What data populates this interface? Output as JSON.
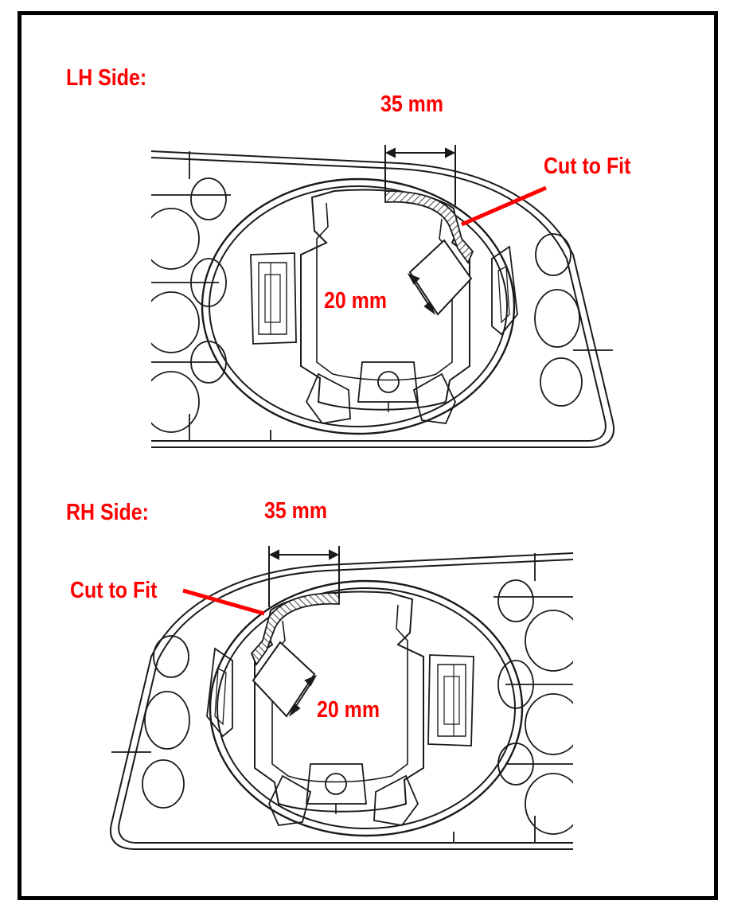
{
  "colors": {
    "label": "#ff0000",
    "line": "#1a1a1a",
    "frame": "#000000",
    "hatch": "#555555"
  },
  "panels": [
    {
      "id": "lh",
      "side_label": "LH Side:",
      "width_dimension": "35 mm",
      "depth_dimension": "20 mm",
      "callout": "Cut to Fit"
    },
    {
      "id": "rh",
      "side_label": "RH Side:",
      "width_dimension": "35 mm",
      "depth_dimension": "20 mm",
      "callout": "Cut to Fit"
    }
  ]
}
